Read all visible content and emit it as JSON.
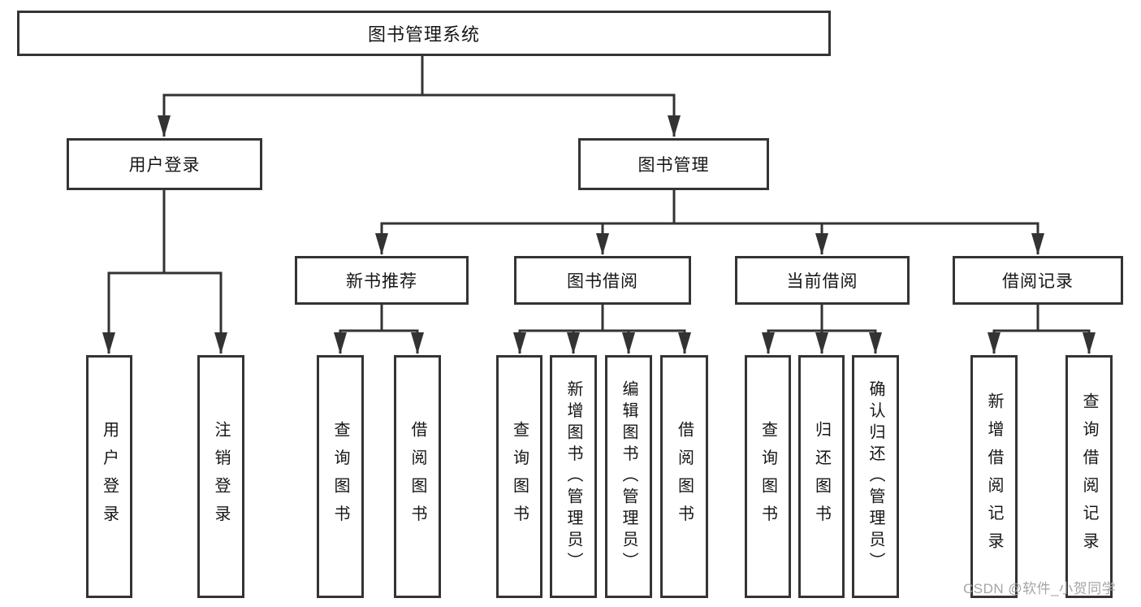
{
  "diagram": {
    "nodes": {
      "root": "图书管理系统",
      "user_login": "用户登录",
      "book_mgmt": "图书管理",
      "new_book": "新书推荐",
      "book_borrow": "图书借阅",
      "current_borrow": "当前借阅",
      "borrow_record": "借阅记录",
      "leaf_user_login": "用户登录",
      "leaf_logout": "注销登录",
      "leaf_query_book_1": "查询图书",
      "leaf_borrow_book_1": "借阅图书",
      "leaf_query_book_2": "查询图书",
      "leaf_add_book": "新增图书（管理员）",
      "leaf_edit_book": "编辑图书（管理员）",
      "leaf_borrow_book_2": "借阅图书",
      "leaf_query_book_3": "查询图书",
      "leaf_return_book": "归还图书",
      "leaf_confirm_return": "确认归还（管理员）",
      "leaf_add_record": "新增借阅记录",
      "leaf_query_record": "查询借阅记录"
    }
  },
  "watermark": {
    "text": "CSDN @软件_小贺同学"
  },
  "colors": {
    "line": "#333333",
    "box_border": "#343434",
    "text": "#161616",
    "watermark": "#a5a5a5",
    "background": "#ffffff"
  }
}
